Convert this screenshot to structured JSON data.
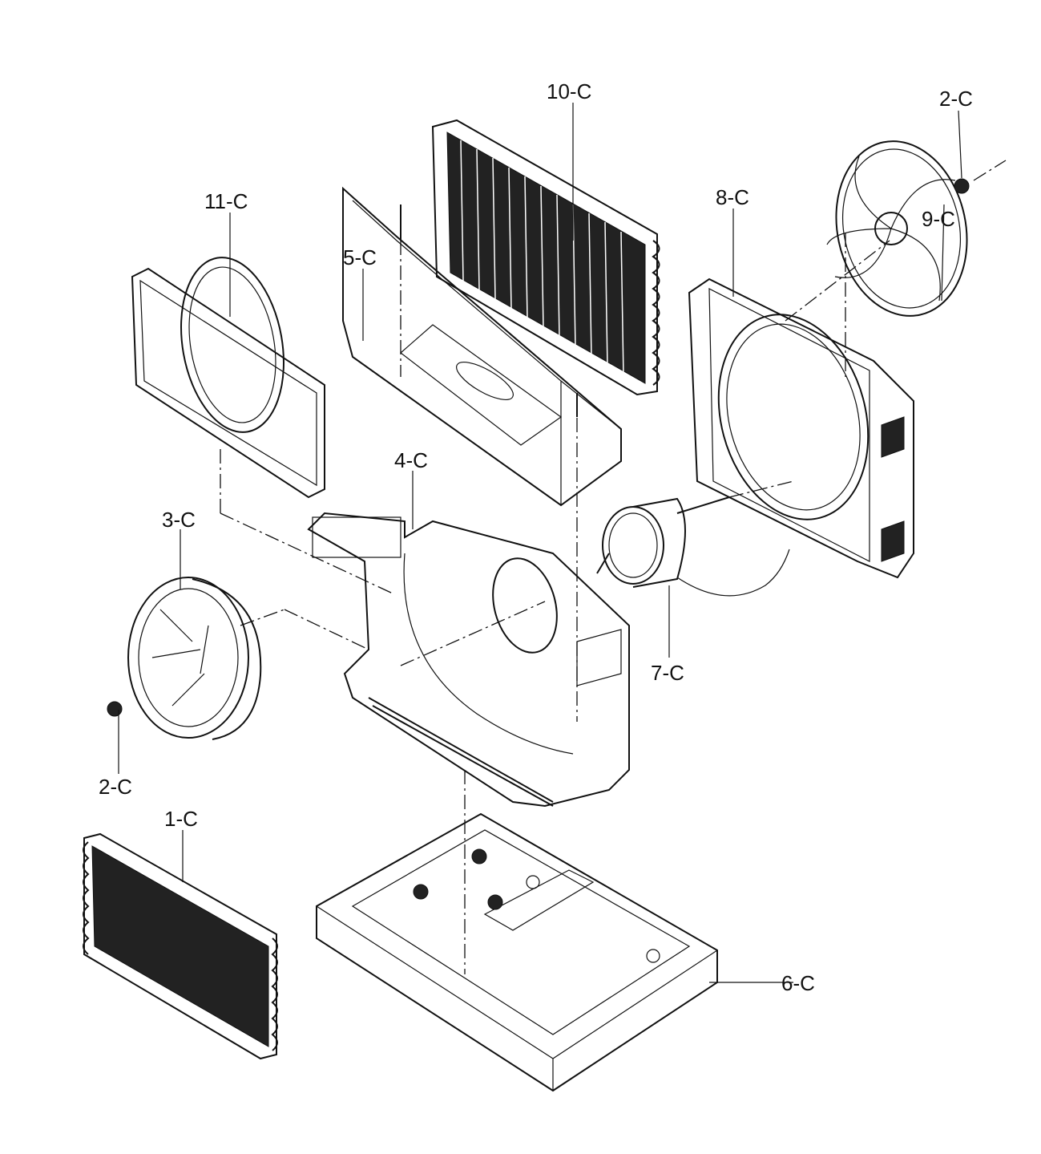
{
  "parts": [
    {
      "id": "1-C"
    },
    {
      "id": "2-C",
      "note": "top"
    },
    {
      "id": "2-C",
      "note": "bottom"
    },
    {
      "id": "3-C"
    },
    {
      "id": "4-C"
    },
    {
      "id": "5-C"
    },
    {
      "id": "6-C"
    },
    {
      "id": "7-C"
    },
    {
      "id": "8-C"
    },
    {
      "id": "9-C"
    },
    {
      "id": "10-C"
    },
    {
      "id": "11-C"
    }
  ]
}
